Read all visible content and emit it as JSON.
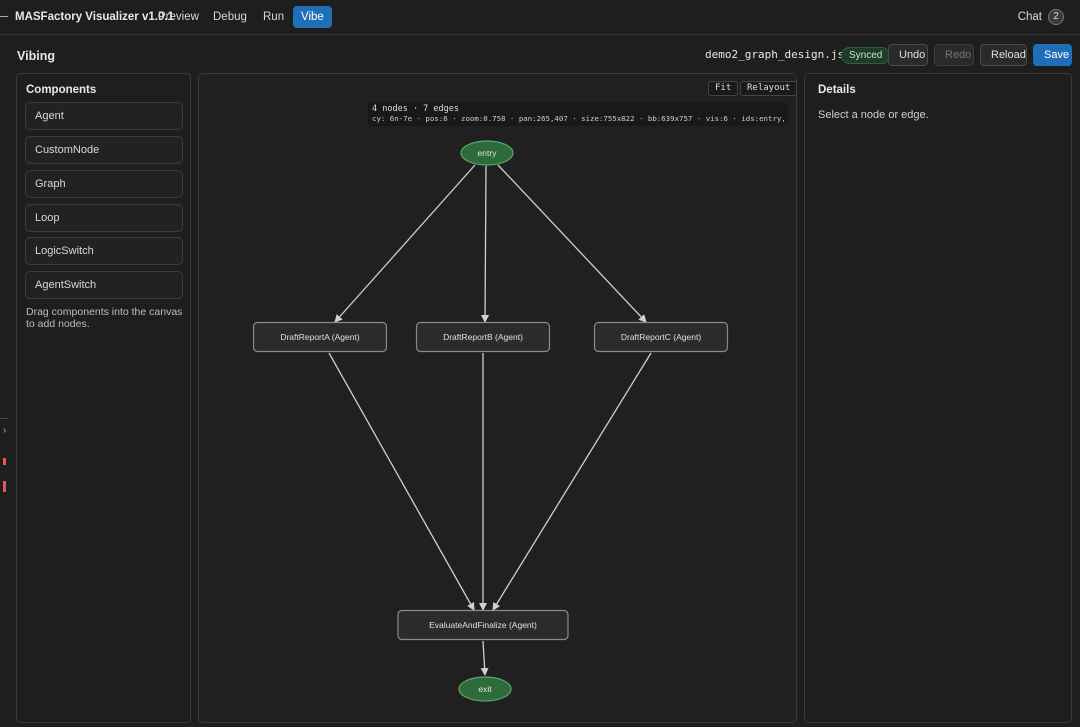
{
  "app": {
    "title": "MASFactory Visualizer v1.0.1",
    "tabs": [
      "Preview",
      "Debug",
      "Run",
      "Vibe"
    ],
    "active_tab": "Vibe",
    "chat_label": "Chat",
    "chat_count": "2"
  },
  "header": {
    "page_title": "Vibing",
    "file_name": "demo2_graph_design.json",
    "status": "Synced",
    "buttons": {
      "undo": "Undo",
      "redo": "Redo",
      "reload": "Reload",
      "save": "Save"
    }
  },
  "components": {
    "heading": "Components",
    "items": [
      "Agent",
      "CustomNode",
      "Graph",
      "Loop",
      "LogicSwitch",
      "AgentSwitch"
    ],
    "hint": "Drag components into the canvas to add nodes."
  },
  "canvas": {
    "fit_label": "Fit",
    "relayout_label": "Relayout",
    "info_line1": "4 nodes · 7 edges",
    "info_line2": "cy: 6n-7e · pos:6 · zoom:0.758 · pan:265,407 · size:755x822 · bb:639x757 · vis:6 · ids:entry,…"
  },
  "graph": {
    "nodes": [
      {
        "id": "entry",
        "label": "entry",
        "kind": "terminal"
      },
      {
        "id": "a",
        "label": "DraftReportA (Agent)",
        "kind": "agent"
      },
      {
        "id": "b",
        "label": "DraftReportB (Agent)",
        "kind": "agent"
      },
      {
        "id": "c",
        "label": "DraftReportC (Agent)",
        "kind": "agent"
      },
      {
        "id": "eval",
        "label": "EvaluateAndFinalize (Agent)",
        "kind": "agent"
      },
      {
        "id": "exit",
        "label": "exit",
        "kind": "terminal"
      }
    ],
    "edges": [
      [
        "entry",
        "a"
      ],
      [
        "entry",
        "b"
      ],
      [
        "entry",
        "c"
      ],
      [
        "a",
        "eval"
      ],
      [
        "b",
        "eval"
      ],
      [
        "c",
        "eval"
      ],
      [
        "eval",
        "exit"
      ]
    ]
  },
  "details": {
    "heading": "Details",
    "hint": "Select a node or edge."
  },
  "colors": {
    "accent": "#1f6fb8",
    "terminal_fill": "#2e6b3a",
    "agent_fill": "#2b2b2b"
  }
}
